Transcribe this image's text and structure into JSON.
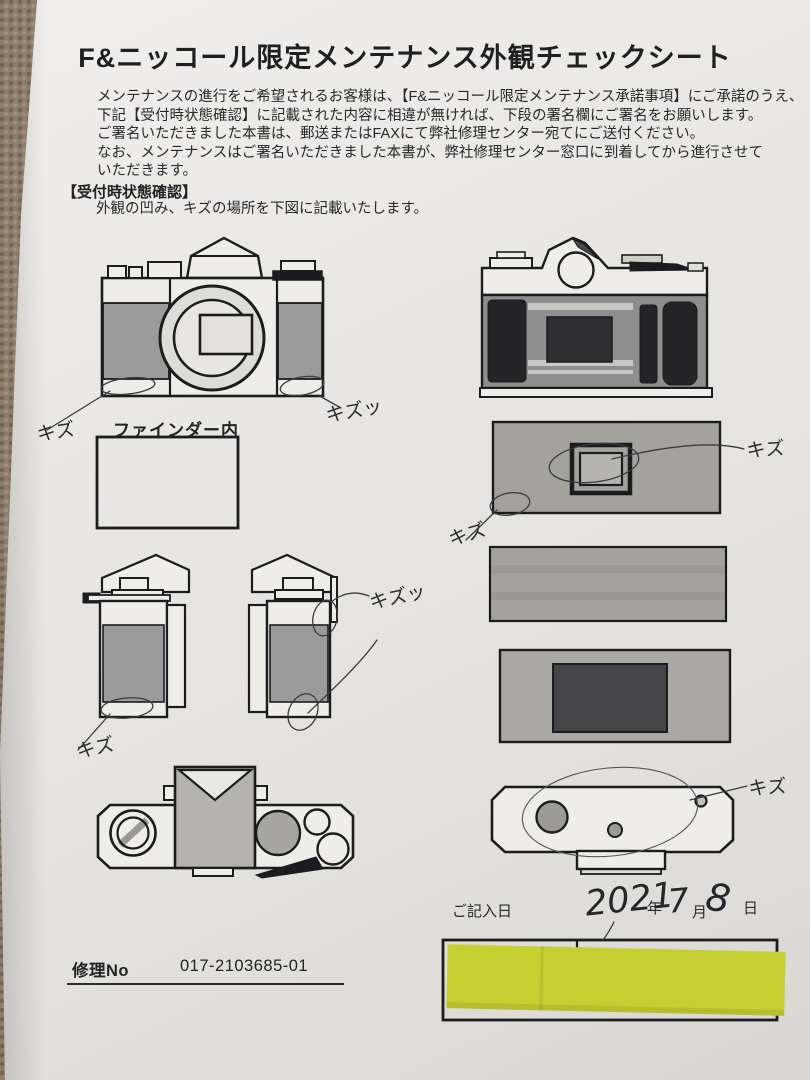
{
  "page": {
    "title": "F&ニッコール限定メンテナンス外観チェックシート",
    "intro_lines": [
      "メンテナンスの進行をご希望されるお客様は、【F&ニッコール限定メンテナンス承諾事項】にご承諾のうえ、",
      "下記【受付時状態確認】に記載された内容に相違が無ければ、下段の署名欄にご署名をお願いします。",
      "ご署名いただきました本書は、郵送またはFAXにて弊社修理センター宛てにご送付ください。",
      "なお、メンテナンスはご署名いただきました本書が、弊社修理センター窓口に到着してから進行させて",
      "いただきます。"
    ],
    "section": {
      "header": "【受付時状態確認】",
      "note": "外観の凹み、キズの場所を下図に記載いたします。"
    },
    "finder_label": "ファインダー内",
    "annotations": {
      "front_bottom_left": "キズ",
      "front_bottom_right": "キズッ",
      "back_door_center": "キズ",
      "back_door_corner": "キズ",
      "right_side_top": "キズッ",
      "left_side_bottom": "キズ",
      "bottom_plate": "キズ"
    },
    "entry_date": {
      "label": "ご記入日",
      "year": "2021",
      "year_unit": "年",
      "month": "7",
      "month_unit": "月",
      "day": "8",
      "day_unit": "日"
    },
    "repair": {
      "label": "修理No",
      "number": "017-2103685-01"
    },
    "colors": {
      "sticky_note": "#c6cf31",
      "paper": "#e8e6e3",
      "carpet": "#8b7d6a",
      "ink": "#1c1c1e"
    }
  }
}
